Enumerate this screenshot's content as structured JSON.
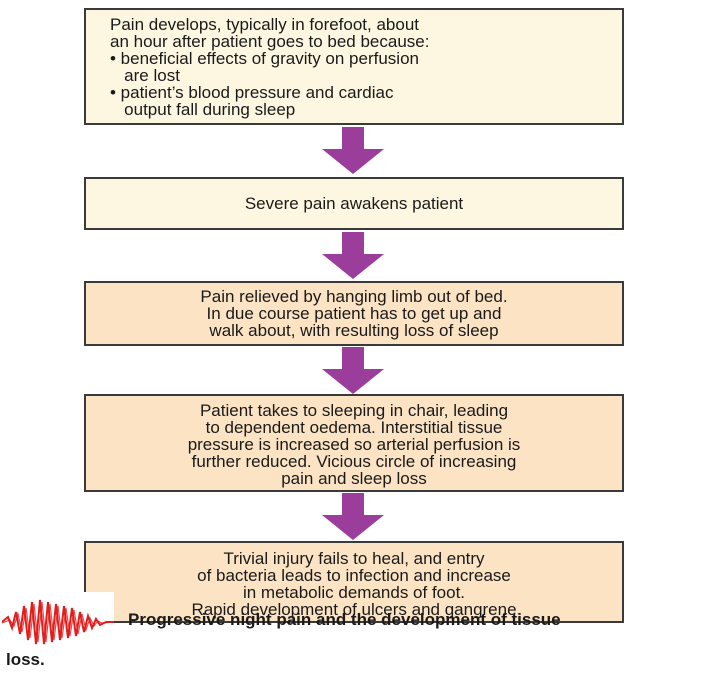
{
  "steps": [
    {
      "lines": [
        "Pain develops, typically in forefoot, about",
        "an hour after patient goes to bed because:",
        "• beneficial effects of gravity on perfusion",
        "   are lost",
        "• patient’s blood pressure and cardiac",
        "   output fall during sleep"
      ]
    },
    {
      "lines": [
        "Severe pain awakens patient"
      ]
    },
    {
      "lines": [
        "Pain relieved by hanging limb out of bed.",
        "In due course patient has to get up and",
        "walk about, with resulting loss of sleep"
      ]
    },
    {
      "lines": [
        "Patient takes to sleeping in chair, leading",
        "to dependent oedema. Interstitial tissue",
        "pressure is increased so arterial perfusion is",
        "further reduced. Vicious circle of increasing",
        "pain and sleep loss"
      ]
    },
    {
      "lines": [
        "Trivial injury fails to heal, and entry",
        "of bacteria leads to infection and increase",
        "in metabolic demands of foot.",
        "Rapid development of ulcers and gangrene"
      ]
    }
  ],
  "caption": {
    "line1": "Progressive night pain and the development of tissue",
    "line2": "loss."
  },
  "colors": {
    "box_fill_light": "#fdf6e0",
    "box_fill_dark": "#fbe3c4",
    "arrow": "#9b3d9a",
    "logo_wave": "#e01d1d"
  }
}
